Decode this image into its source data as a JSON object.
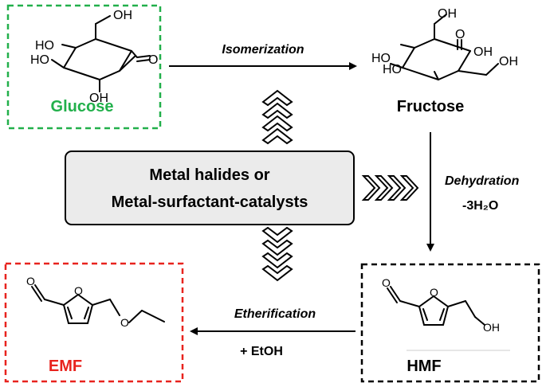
{
  "molecules": {
    "glucose": {
      "name": "Glucose",
      "color": "#22b04b",
      "atoms": {
        "oh_top": "OH",
        "ho_1": "HO",
        "ho_2": "HO",
        "oh_bottom": "OH",
        "o": "O"
      }
    },
    "fructose": {
      "name": "Fructose",
      "atoms": {
        "oh_top": "OH",
        "oh_mid": "OH",
        "ho_1": "HO",
        "ho_2": "HO",
        "oh_right": "OH",
        "o_top": "O"
      }
    },
    "hmf": {
      "name": "HMF",
      "color": "#000000",
      "atoms": {
        "o_ald": "O",
        "o_ring": "O",
        "oh": "OH"
      }
    },
    "emf": {
      "name": "EMF",
      "color": "#e8231e",
      "atoms": {
        "o_ald": "O",
        "o_ring": "O",
        "o_ether": "O"
      }
    }
  },
  "catalyst": {
    "line1": "Metal halides or",
    "line2": "Metal-surfactant-catalysts"
  },
  "steps": {
    "isomerization": "Isomerization",
    "dehydration": "Dehydration",
    "dehydration_reagent": "-3H₂O",
    "etherification": "Etherification",
    "etherification_reagent": "+ EtOH"
  },
  "colors": {
    "green": "#22b04b",
    "red": "#e8231e",
    "black": "#000000",
    "box_fill": "#ebebeb"
  }
}
